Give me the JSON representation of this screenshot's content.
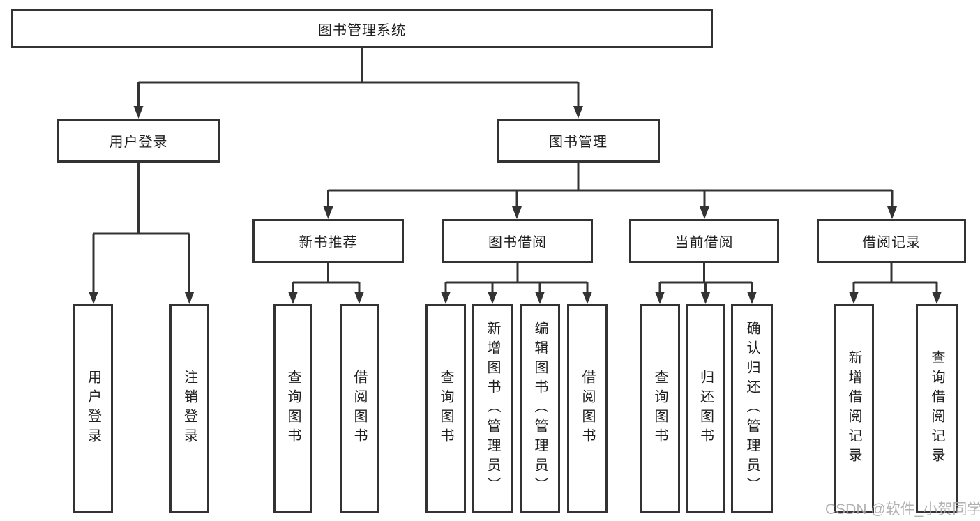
{
  "tree": {
    "root": "图书管理系统",
    "branches": [
      {
        "label": "用户登录",
        "children": [
          "用户登录",
          "注销登录"
        ]
      },
      {
        "label": "图书管理",
        "children": [
          {
            "label": "新书推荐",
            "children": [
              "查询图书",
              "借阅图书"
            ]
          },
          {
            "label": "图书借阅",
            "children": [
              "查询图书",
              "新增图书（管理员）",
              "编辑图书（管理员）",
              "借阅图书"
            ]
          },
          {
            "label": "当前借阅",
            "children": [
              "查询图书",
              "归还图书",
              "确认归还（管理员）"
            ]
          },
          {
            "label": "借阅记录",
            "children": [
              "新增借阅记录",
              "查询借阅记录"
            ]
          }
        ]
      }
    ]
  },
  "watermark": "CSDN @软件_小贺同学",
  "colors": {
    "line": "#333333",
    "box_border": "#333333",
    "box_fill": "#ffffff",
    "text": "#1f1f1f",
    "watermark": "#a9a9a9"
  }
}
